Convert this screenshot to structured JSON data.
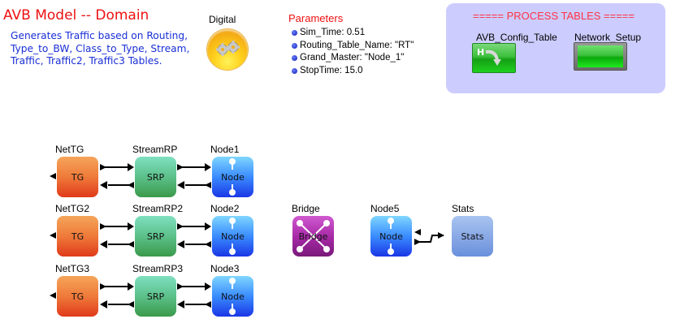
{
  "header": {
    "title": "AVB Model -- Domain",
    "description": "Generates Traffic based on Routing, Type_to_BW, Class_to_Type, Stream, Traffic, Traffic2, Traffic3 Tables."
  },
  "digital": {
    "label": "Digital",
    "icon": "gears-icon"
  },
  "parameters": {
    "title": "Parameters",
    "items": [
      "Sim_Time: 0.51",
      "Routing_Table_Name: \"RT\"",
      "Grand_Master: \"Node_1\"",
      "StopTime: 15.0"
    ]
  },
  "process_tables": {
    "title": "===== PROCESS TABLES =====",
    "tables": [
      {
        "label": "AVB_Config_Table",
        "icon": "h-arrow-icon"
      },
      {
        "label": "Network_Setup",
        "icon": "green-panel-icon"
      }
    ]
  },
  "blocks": {
    "rows": [
      {
        "tg": {
          "label": "NetTG",
          "text": "TG"
        },
        "srp": {
          "label": "StreamRP",
          "text": "SRP"
        },
        "node": {
          "label": "Node1",
          "text": "Node"
        }
      },
      {
        "tg": {
          "label": "NetTG2",
          "text": "TG"
        },
        "srp": {
          "label": "StreamRP2",
          "text": "SRP"
        },
        "node": {
          "label": "Node2",
          "text": "Node"
        }
      },
      {
        "tg": {
          "label": "NetTG3",
          "text": "TG"
        },
        "srp": {
          "label": "StreamRP3",
          "text": "SRP"
        },
        "node": {
          "label": "Node3",
          "text": "Node"
        }
      }
    ],
    "bridge": {
      "label": "Bridge",
      "text": "Bridge"
    },
    "node5": {
      "label": "Node5",
      "text": "Node"
    },
    "stats": {
      "label": "Stats",
      "text": "Stats"
    }
  },
  "colors": {
    "title": "#ee1111",
    "description": "#1a2fd6",
    "panel": "#ccccff",
    "panel_title": "#ff3344"
  }
}
